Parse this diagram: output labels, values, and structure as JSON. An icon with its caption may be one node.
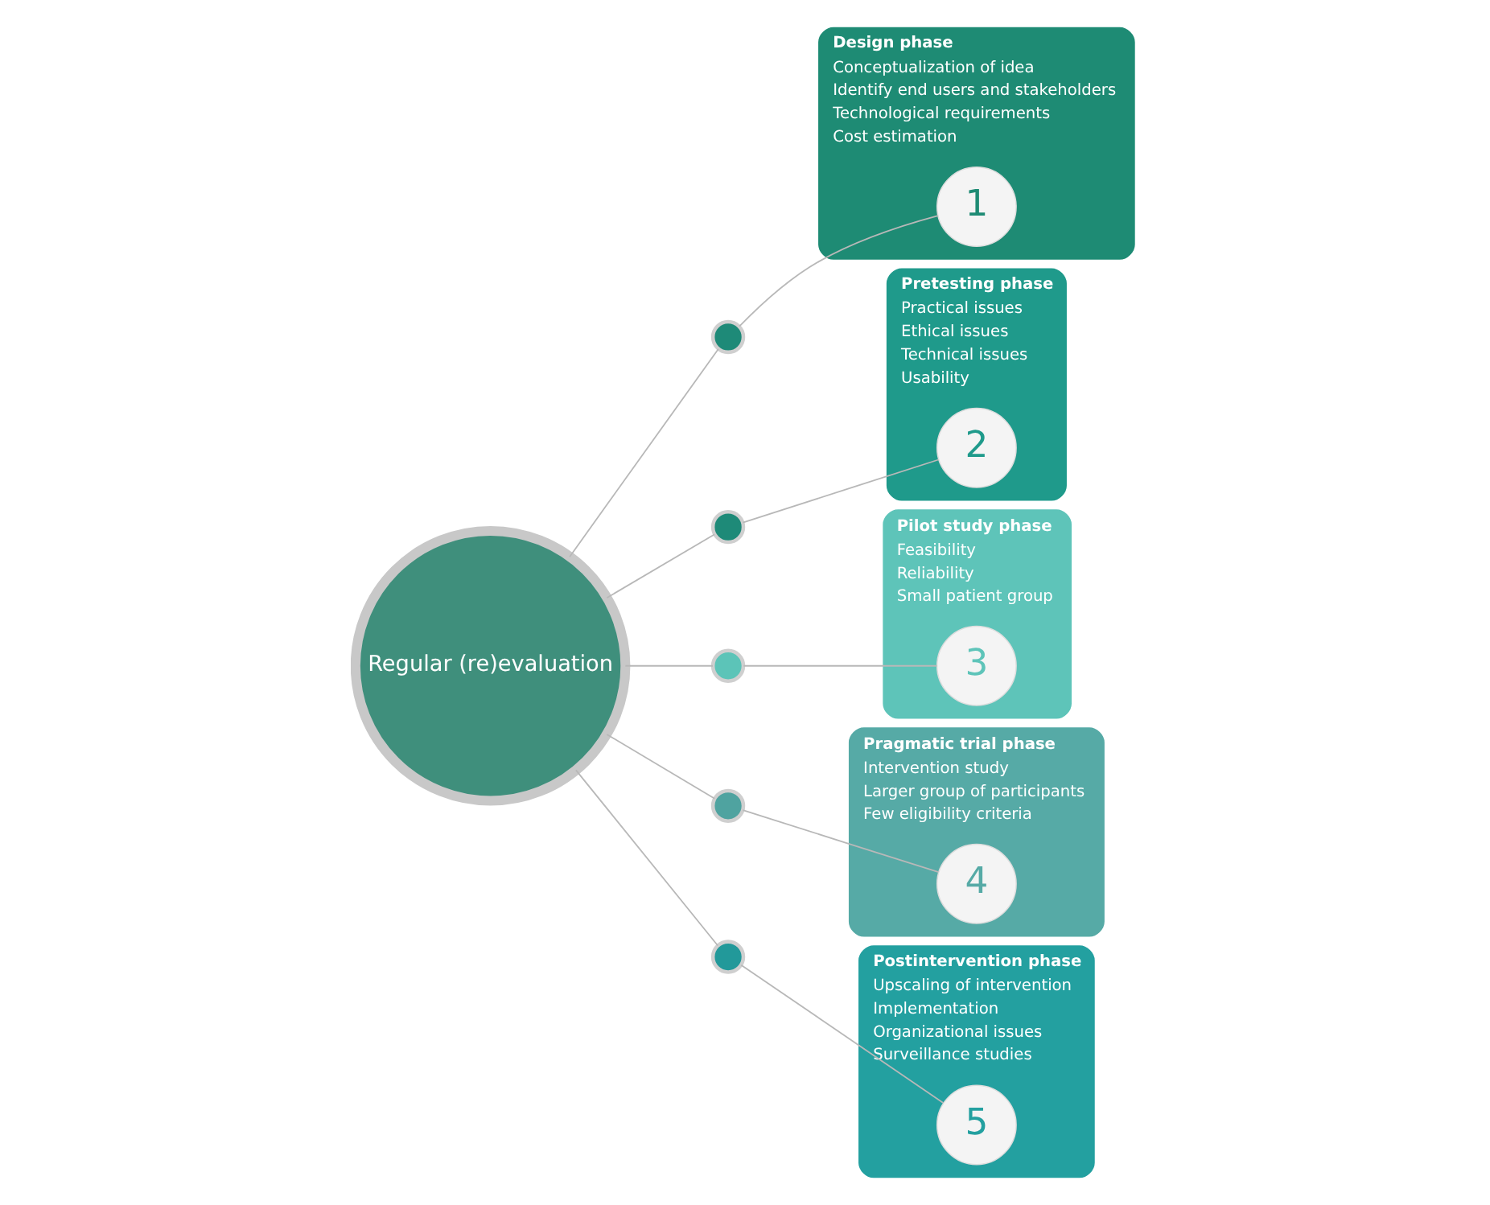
{
  "diagram": {
    "nodes": [
      {
        "text": [
          "Regular (re)evaluation"
        ]
      },
      {
        "text": [],
        "shape": "circle"
      },
      {
        "text": [],
        "shape": "circle"
      },
      {
        "text": [],
        "shape": "circle"
      },
      {
        "text": [],
        "shape": "circle"
      },
      {
        "text": [],
        "shape": "circle"
      },
      {
        "text": [
          "Design phase",
          "Conceptualization of idea",
          "Identify end users and stakeholders",
          "Technological requirements",
          "Cost estimation"
        ]
      },
      {
        "text": [
          "1"
        ],
        "in": 6
      },
      {
        "text": [
          "Pretesting phase",
          "Practical issues",
          "Ethical issues",
          "Technical issues",
          "Usability"
        ]
      },
      {
        "text": [
          "2"
        ],
        "in": 8
      },
      {
        "text": [
          "Pilot study phase",
          "Feasibility",
          "Reliability",
          "Small patient group"
        ]
      },
      {
        "text": [
          "3"
        ],
        "in": 10
      },
      {
        "text": [
          "Pragmatic trial phase",
          "Intervention study",
          "Larger group of participants",
          "Few eligibility criteria"
        ]
      },
      {
        "text": [
          "4"
        ],
        "in": 12
      },
      {
        "text": [
          "Postintervention phase",
          "Upscaling of intervention",
          "Implementation",
          "Organizational issues",
          "Surveillance studies"
        ]
      },
      {
        "text": [
          "5"
        ],
        "in": 14
      }
    ],
    "edges": [
      {
        "from": 0,
        "to": 1,
        "arrow": "none"
      },
      {
        "from": 0,
        "to": 2,
        "arrow": "none"
      },
      {
        "from": 0,
        "to": 3,
        "arrow": "none"
      },
      {
        "from": 0,
        "to": 4,
        "arrow": "none"
      },
      {
        "from": 0,
        "to": 5,
        "arrow": "none"
      },
      {
        "from": 1,
        "to": 7,
        "arrow": "none"
      },
      {
        "from": 2,
        "to": 9,
        "arrow": "none"
      },
      {
        "from": 3,
        "to": 11,
        "arrow": "none"
      },
      {
        "from": 4,
        "to": 13,
        "arrow": "none"
      },
      {
        "from": 5,
        "to": 15,
        "arrow": "none"
      }
    ]
  }
}
